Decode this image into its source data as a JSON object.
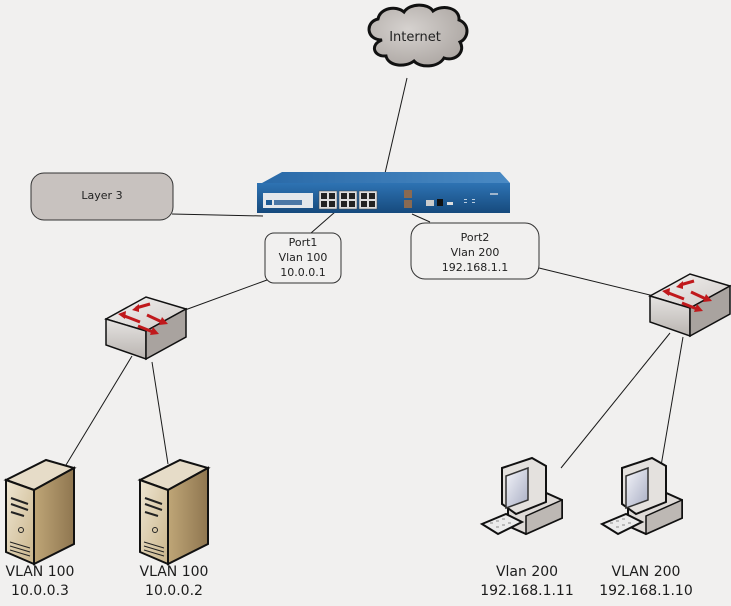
{
  "diagram": {
    "type": "network-topology",
    "cloud": {
      "label": "Internet"
    },
    "layer3": {
      "label": "Layer 3"
    },
    "firewall": {
      "name": "firewall-appliance",
      "brand_color": "#1e5a93"
    },
    "ports": [
      {
        "lines": [
          "Port1",
          "Vlan 100",
          "10.0.0.1"
        ]
      },
      {
        "lines": [
          "Port2",
          "Vlan 200",
          "192.168.1.1"
        ]
      }
    ],
    "switches": [
      {
        "name": "left-switch",
        "vlan": "100"
      },
      {
        "name": "right-switch",
        "vlan": "200"
      }
    ],
    "servers": [
      {
        "vlan": "VLAN 100",
        "ip": "10.0.0.3"
      },
      {
        "vlan": "VLAN 100",
        "ip": "10.0.0.2"
      }
    ],
    "workstations": [
      {
        "vlan": "Vlan 200",
        "ip": "192.168.1.11"
      },
      {
        "vlan": "VLAN 200",
        "ip": "192.168.1.10"
      }
    ],
    "colors": {
      "background": "#f1f0ef",
      "cloud_fill": "#c9c4c1",
      "layer3_fill": "#c8c2bf",
      "arrow_red": "#c0191c",
      "server_fill": "#d9c9a8",
      "firewall_blue": "#1e5a93"
    }
  }
}
